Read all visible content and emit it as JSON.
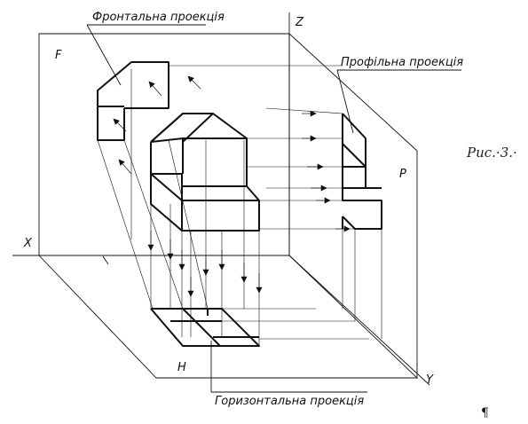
{
  "labels": {
    "frontal": "Фронтальна проекція",
    "profile": "Профільна проекція",
    "horizontal": "Горизонтальна проекція"
  },
  "planes": {
    "f": "F",
    "p": "P",
    "h": "H"
  },
  "axes": {
    "x": "X",
    "y": "Y",
    "z": "Z"
  },
  "caption": "Рис.·3.·",
  "caption_mark": "¶",
  "colors": {
    "line": "#111111",
    "background": "#ffffff"
  }
}
